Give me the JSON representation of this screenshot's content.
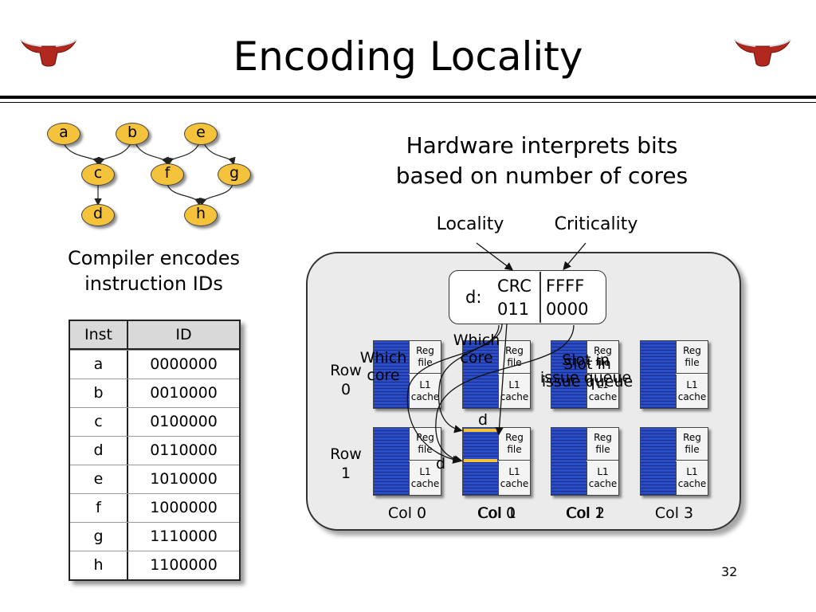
{
  "title": "Encoding Locality",
  "page_number": "32",
  "graph": {
    "nodes": [
      "a",
      "b",
      "e",
      "c",
      "f",
      "g",
      "d",
      "h"
    ]
  },
  "compiler_caption": [
    "Compiler encodes",
    "instruction IDs"
  ],
  "hardware_caption": [
    "Hardware interprets bits",
    "based on number of cores"
  ],
  "table": {
    "headers": [
      "Inst",
      "ID"
    ],
    "rows": [
      [
        "a",
        "0000000"
      ],
      [
        "b",
        "0010000"
      ],
      [
        "c",
        "0100000"
      ],
      [
        "d",
        "0110000"
      ],
      [
        "e",
        "1010000"
      ],
      [
        "f",
        "1000000"
      ],
      [
        "g",
        "1110000"
      ],
      [
        "h",
        "1100000"
      ]
    ]
  },
  "labels": {
    "locality": "Locality",
    "criticality": "Criticality"
  },
  "id_box": {
    "prefix": "d:",
    "locality_top": "CRC",
    "locality_bottom": "011",
    "criticality_top": "FFFF",
    "criticality_bottom": "0000"
  },
  "core_labels": {
    "reg": [
      "Reg",
      "file"
    ],
    "l1": [
      "L1",
      "cache"
    ]
  },
  "rows": [
    [
      "Row",
      "0"
    ],
    [
      "Row",
      "1"
    ]
  ],
  "cols": [
    "Col 0",
    "Col 0",
    "Col 1",
    "Col 3"
  ],
  "col_overlap": [
    "Col 1",
    "Col 2"
  ],
  "annotations": {
    "which_core_a": [
      "Which",
      "core"
    ],
    "which_core_b": [
      "Which",
      "core"
    ],
    "slot_a": [
      "Slot in",
      "issue queue"
    ],
    "slot_b": [
      "Slot in",
      "issue queue"
    ],
    "d1": "d",
    "d2": "d"
  },
  "colors": {
    "node_fill": "#f5c33b",
    "core_blue": "#2a4cc4",
    "slot_yellow": "#f5c33b"
  }
}
